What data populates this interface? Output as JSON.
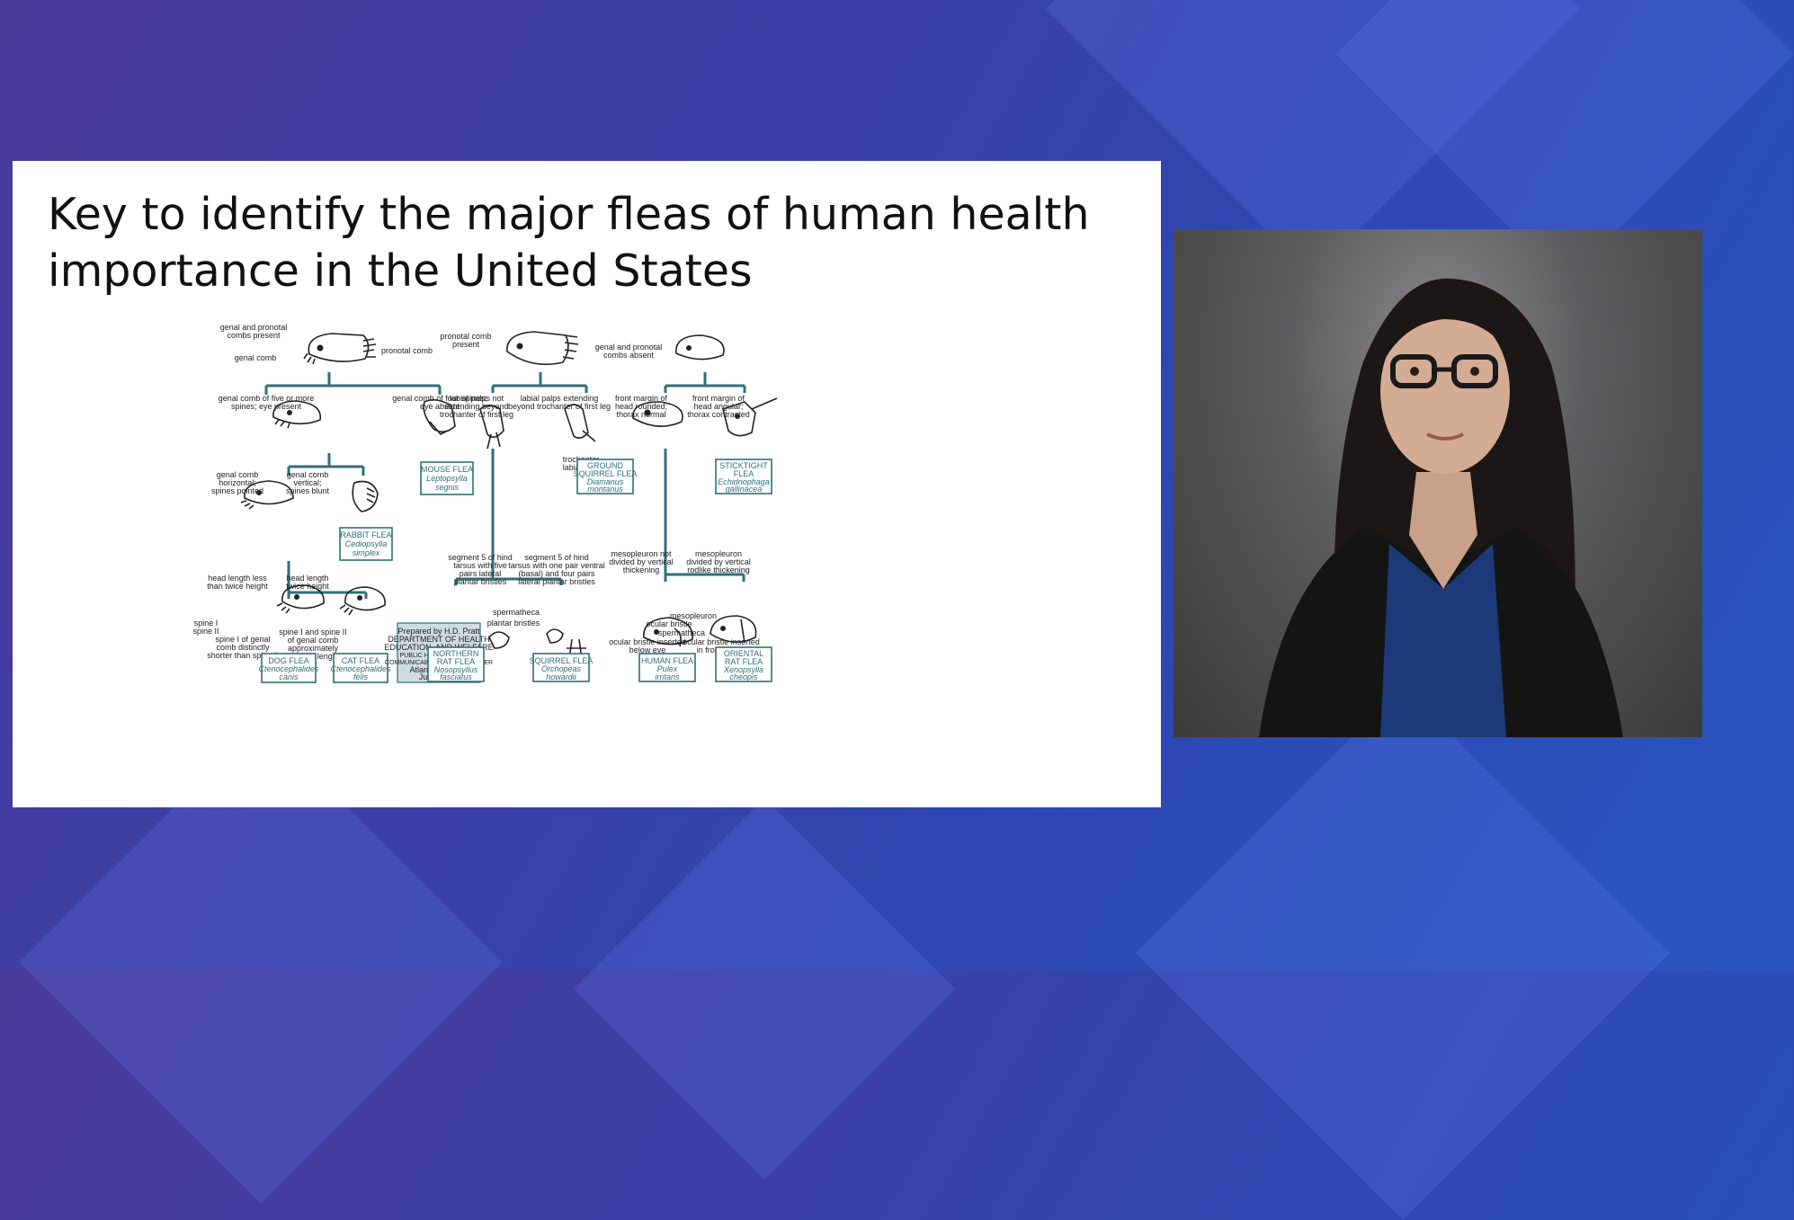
{
  "slide": {
    "title": "Key to identify the major fleas of human health importance in the United States"
  },
  "key": {
    "labels": {
      "genal_pronotal_present": [
        "genal and pronotal",
        "combs present"
      ],
      "pronotal_comb": "pronotal comb",
      "genal_comb": "genal comb",
      "genal_five": [
        "genal comb of five or more",
        "spines; eye present"
      ],
      "genal_four": [
        "genal comb of four spines;",
        "eye absent"
      ],
      "genal_horizontal": [
        "genal comb",
        "horizontal;",
        "spines pointed"
      ],
      "genal_vertical": [
        "genal comb",
        "vertical;",
        "spines blunt"
      ],
      "head_less": [
        "head length less",
        "than twice height"
      ],
      "head_twice": [
        "head length",
        "twice height"
      ],
      "spine_i": "spine I",
      "spine_ii": "spine II",
      "spine_shorter": [
        "spine I of genal",
        "comb distinctly",
        "shorter than spine II"
      ],
      "spine_equal": [
        "spine I and spine II",
        "of genal comb",
        "approximately",
        "equal in length"
      ],
      "pronotal_present": [
        "pronotal comb",
        "present"
      ],
      "labial_not": [
        "labial palps not",
        "extending beyond",
        "trochanter of first leg"
      ],
      "labial_ext": [
        "labial palps extending",
        "beyond trochanter of first leg"
      ],
      "trochanter": "trochanter",
      "labial_palp": "labial palp",
      "seg5_five": [
        "segment 5 of hind",
        "tarsus with five",
        "pairs lateral",
        "plantar bristles"
      ],
      "seg5_one": [
        "segment 5 of hind",
        "tarsus with one pair ventral",
        "(basal) and four pairs",
        "lateral plantar bristles"
      ],
      "spermatheca": "spermatheca",
      "plantar_bristles": "plantar bristles",
      "combs_absent": [
        "genal and pronotal",
        "combs absent"
      ],
      "front_rounded": [
        "front margin of",
        "head rounded;",
        "thorax normal"
      ],
      "front_angular": [
        "front margin of",
        "head angular;",
        "thorax contracted"
      ],
      "meso_not": [
        "mesopleuron not",
        "divided by vertical",
        "thickening"
      ],
      "meso_div": [
        "mesopleuron",
        "divided by vertical",
        "rodlike thickening"
      ],
      "mesopleuron": "mesopleuron",
      "ocular_bristle": "ocular bristle",
      "spermatheca2": "spermatheca",
      "ocular_below": [
        "ocular bristle inserted",
        "below eye"
      ],
      "ocular_front": [
        "ocular bristle inserted",
        "in front of eye"
      ]
    },
    "species": {
      "mouse": {
        "common": [
          "MOUSE FLEA"
        ],
        "latin": [
          "Leptopsylla",
          "segnis"
        ]
      },
      "rabbit": {
        "common": [
          "RABBIT FLEA"
        ],
        "latin": [
          "Cediopsylla",
          "simplex"
        ]
      },
      "dog": {
        "common": [
          "DOG FLEA"
        ],
        "latin": [
          "Ctenocephalides",
          "canis"
        ]
      },
      "cat": {
        "common": [
          "CAT FLEA"
        ],
        "latin": [
          "Ctenocephalides",
          "felis"
        ]
      },
      "ground_squirrel": {
        "common": [
          "GROUND",
          "SQUIRREL FLEA"
        ],
        "latin": [
          "Diamanus",
          "montanus"
        ]
      },
      "northern_rat": {
        "common": [
          "NORTHERN",
          "RAT FLEA"
        ],
        "latin": [
          "Nosopsyllus",
          "fasciatus"
        ]
      },
      "squirrel": {
        "common": [
          "SQUIRREL FLEA"
        ],
        "latin": [
          "Orchopeas",
          "howardii"
        ]
      },
      "sticktight": {
        "common": [
          "STICKTIGHT",
          "FLEA"
        ],
        "latin": [
          "Echidnophaga",
          "gallinacea"
        ]
      },
      "human": {
        "common": [
          "HUMAN FLEA"
        ],
        "latin": [
          "Pulex",
          "irritans"
        ]
      },
      "oriental_rat": {
        "common": [
          "ORIENTAL",
          "RAT FLEA"
        ],
        "latin": [
          "Xenopsylla",
          "cheopis"
        ]
      }
    },
    "credit": [
      "Prepared by H.D. Pratt",
      "DEPARTMENT OF HEALTH",
      "EDUCATION, AND WELFARE",
      "PUBLIC HEALTH SERVICE",
      "COMMUNICABLE DISEASE CENTER",
      "Atlanta, Georgia",
      "June, 1956"
    ]
  },
  "colors": {
    "background": "#3c3fa6",
    "key_lines": "#2f6f7a",
    "slide": "#ffffff"
  }
}
